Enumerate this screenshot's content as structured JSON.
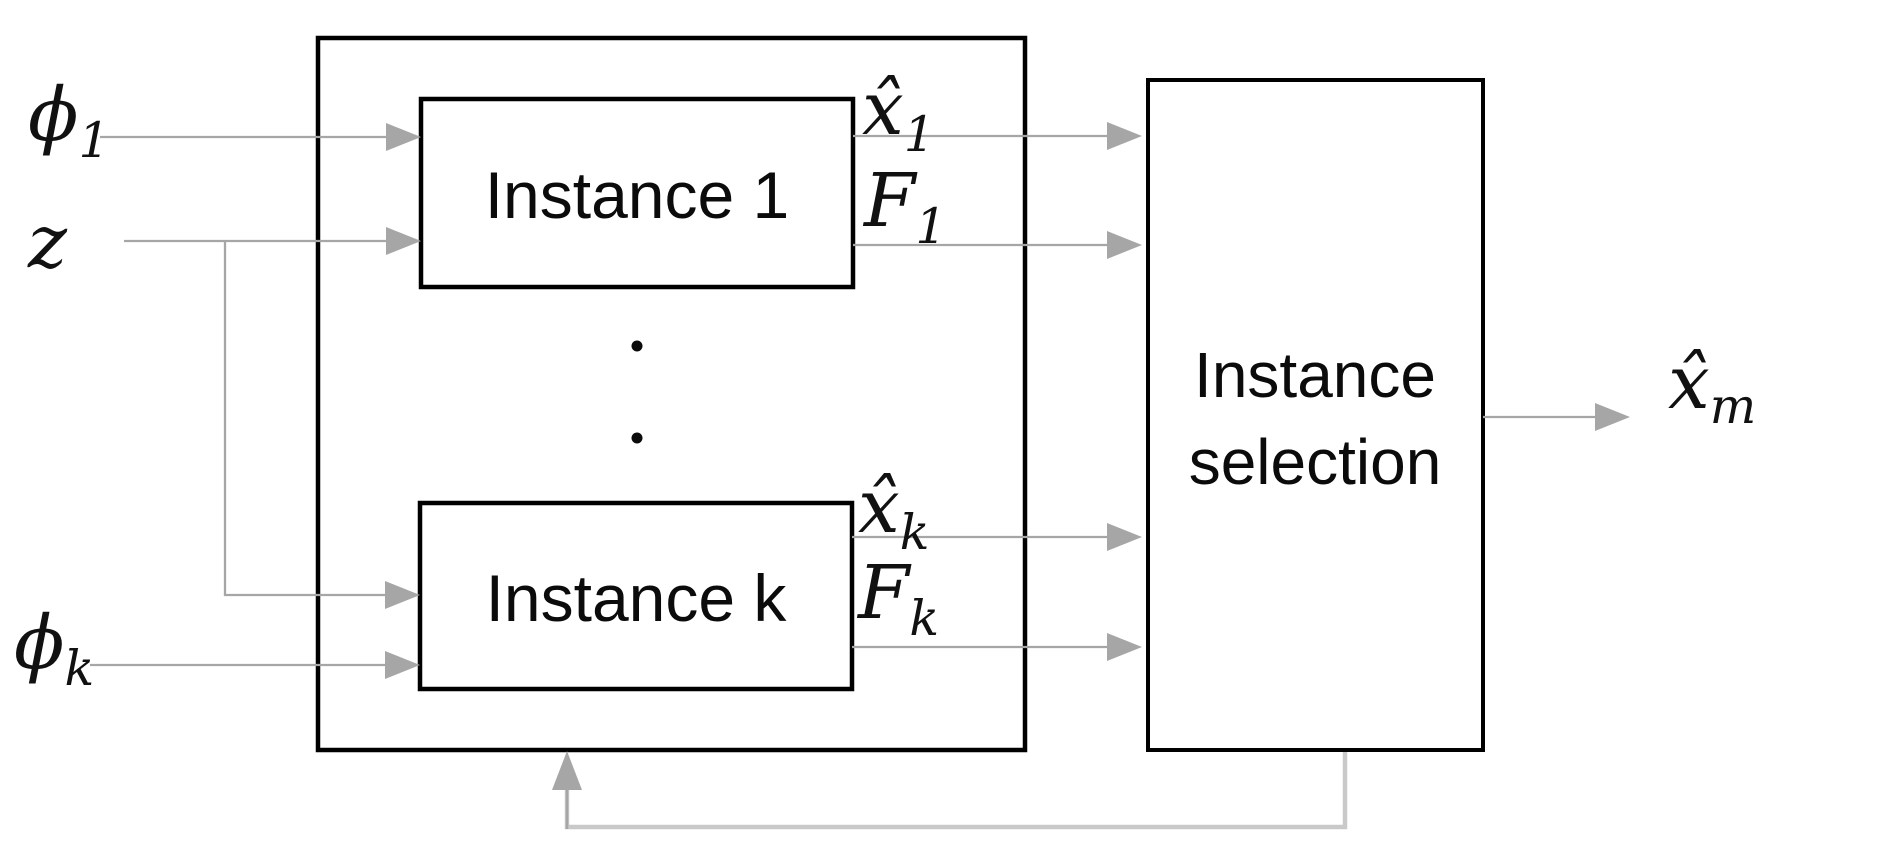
{
  "figure": {
    "type": "block-diagram",
    "background": "#ffffff",
    "colors": {
      "box_border": "#000000",
      "arrow_gray": "#a6a6a6",
      "feedback_gray": "#c9c9c9",
      "text": "#0b0b0b"
    }
  },
  "blocks": {
    "instance1": {
      "label": "Instance 1"
    },
    "instancek": {
      "label": "Instance k"
    },
    "selection": {
      "line1": "Instance",
      "line2": "selection"
    }
  },
  "labels": {
    "phi1": {
      "base": "ϕ",
      "sub": "1"
    },
    "z": {
      "base": "z",
      "sub": ""
    },
    "phik": {
      "base": "ϕ",
      "sub": "k"
    },
    "xhat1": {
      "base": "x̂",
      "sub": "1"
    },
    "f1": {
      "base": "F",
      "sub": "1"
    },
    "xhatk": {
      "base": "x̂",
      "sub": "k"
    },
    "fk": {
      "base": "F",
      "sub": "k"
    },
    "xhatm": {
      "base": "x̂",
      "sub": "m"
    }
  },
  "ellipsis_dots_count": 2
}
